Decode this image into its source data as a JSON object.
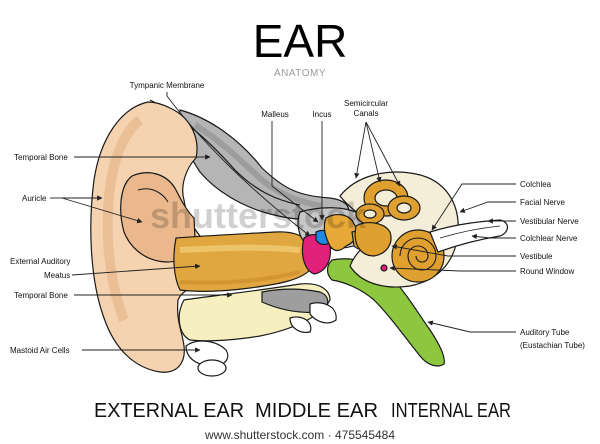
{
  "title": "EAR",
  "subtitle": "ANATOMY",
  "labels": {
    "tympanic_membrane": "Tympanic Membrane",
    "malleus": "Malleus",
    "incus": "Incus",
    "semicircular_canals_1": "Semicircular",
    "semicircular_canals_2": "Canals",
    "temporal_bone_top": "Temporal Bone",
    "auricle": "Auricle",
    "external_auditory_1": "External Auditory",
    "external_auditory_2": "Meatus",
    "temporal_bone_bottom": "Temporal Bone",
    "mastoid_air_cells": "Mastoid Air Cells",
    "cochlea": "Colchlea",
    "facial_nerve": "Facial Nerve",
    "vestibular_nerve": "Vestibular Nerve",
    "cochlear_nerve": "Colchlear Nerve",
    "vestibule": "Vestibule",
    "round_window": "Round Window",
    "auditory_tube_1": "Auditory Tube",
    "auditory_tube_2": "(Eustachian Tube)"
  },
  "sections": {
    "external": "EXTERNAL EAR",
    "middle": "MIDDLE EAR",
    "internal": "INTERNAL EAR"
  },
  "watermark": "shutterstock",
  "footer_url": "www.shutterstock.com · 475545484",
  "colors": {
    "skin": "#f5d3b0",
    "skin_shadow": "#e8b88c",
    "canal": "#e0a640",
    "bone_gray": "#a9a9a9",
    "ossicle": "#e8a838",
    "cochlea": "#e0a030",
    "tympanic": "#e0207a",
    "blue": "#1e88e5",
    "green": "#8dc63f",
    "cream": "#f6f0c0"
  }
}
